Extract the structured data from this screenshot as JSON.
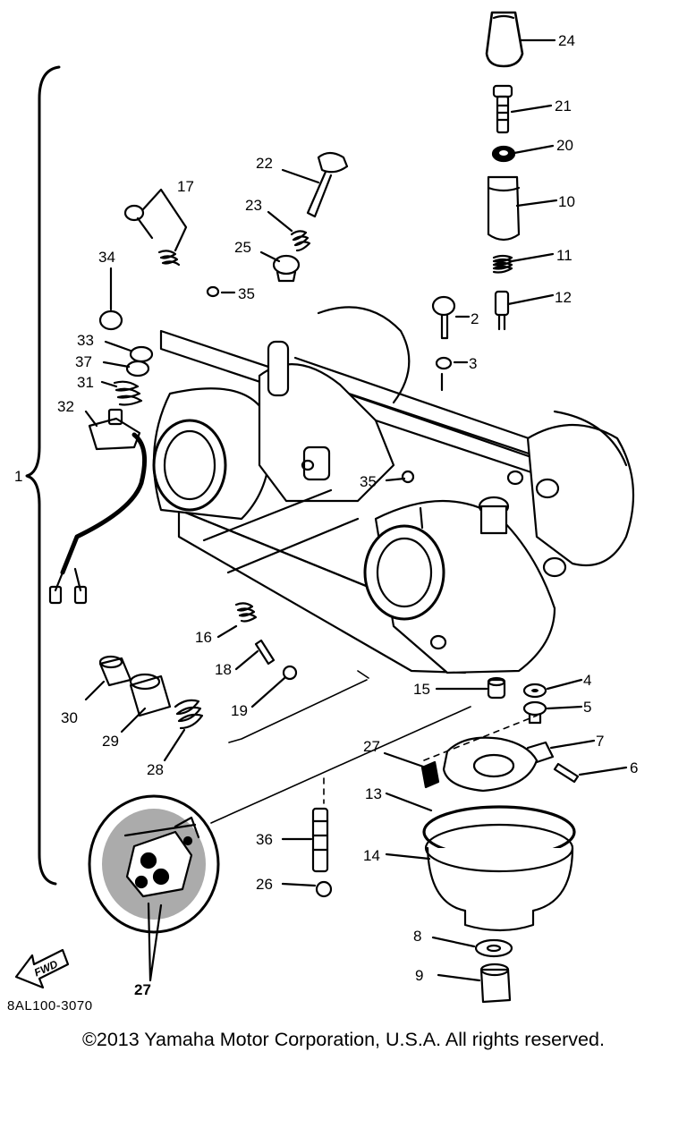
{
  "figure": {
    "ref_code": "8AL100-3070",
    "copyright": "©2013 Yamaha Motor Corporation, U.S.A. All rights reserved.",
    "fwd_label": "FWD"
  },
  "callouts": [
    {
      "id": "c1",
      "label": "1"
    },
    {
      "id": "c2",
      "label": "2"
    },
    {
      "id": "c3",
      "label": "3"
    },
    {
      "id": "c4",
      "label": "4"
    },
    {
      "id": "c5",
      "label": "5"
    },
    {
      "id": "c6",
      "label": "6"
    },
    {
      "id": "c7",
      "label": "7"
    },
    {
      "id": "c8",
      "label": "8"
    },
    {
      "id": "c9",
      "label": "9"
    },
    {
      "id": "c10",
      "label": "10"
    },
    {
      "id": "c11",
      "label": "11"
    },
    {
      "id": "c12",
      "label": "12"
    },
    {
      "id": "c13",
      "label": "13"
    },
    {
      "id": "c14",
      "label": "14"
    },
    {
      "id": "c15",
      "label": "15"
    },
    {
      "id": "c16",
      "label": "16"
    },
    {
      "id": "c17",
      "label": "17"
    },
    {
      "id": "c18",
      "label": "18"
    },
    {
      "id": "c19",
      "label": "19"
    },
    {
      "id": "c20",
      "label": "20"
    },
    {
      "id": "c21",
      "label": "21"
    },
    {
      "id": "c22",
      "label": "22"
    },
    {
      "id": "c23",
      "label": "23"
    },
    {
      "id": "c24",
      "label": "24"
    },
    {
      "id": "c25",
      "label": "25"
    },
    {
      "id": "c26",
      "label": "26"
    },
    {
      "id": "c27a",
      "label": "27"
    },
    {
      "id": "c27b",
      "label": "27"
    },
    {
      "id": "c28",
      "label": "28"
    },
    {
      "id": "c29",
      "label": "29"
    },
    {
      "id": "c30",
      "label": "30"
    },
    {
      "id": "c31",
      "label": "31"
    },
    {
      "id": "c32",
      "label": "32"
    },
    {
      "id": "c33",
      "label": "33"
    },
    {
      "id": "c34",
      "label": "34"
    },
    {
      "id": "c35a",
      "label": "35"
    },
    {
      "id": "c35b",
      "label": "35"
    },
    {
      "id": "c36",
      "label": "36"
    },
    {
      "id": "c37",
      "label": "37"
    }
  ]
}
